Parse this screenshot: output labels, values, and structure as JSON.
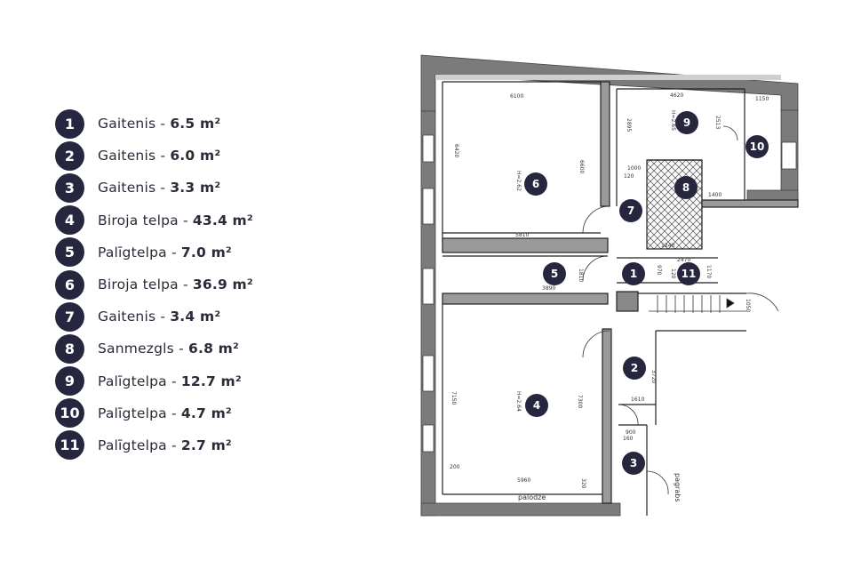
{
  "legend": [
    {
      "num": "1",
      "name": "Gaitenis",
      "area": "6.5 m²"
    },
    {
      "num": "2",
      "name": "Gaitenis",
      "area": "6.0 m²"
    },
    {
      "num": "3",
      "name": "Gaitenis",
      "area": "3.3 m²"
    },
    {
      "num": "4",
      "name": "Biroja telpa",
      "area": "43.4 m²"
    },
    {
      "num": "5",
      "name": "Palīgtelpa",
      "area": "7.0 m²"
    },
    {
      "num": "6",
      "name": "Biroja telpa",
      "area": "36.9 m²"
    },
    {
      "num": "7",
      "name": "Gaitenis",
      "area": "3.4 m²"
    },
    {
      "num": "8",
      "name": "Sanmezgls",
      "area": "6.8 m²"
    },
    {
      "num": "9",
      "name": "Palīgtelpa",
      "area": "12.7 m²"
    },
    {
      "num": "10",
      "name": "Palīgtelpa",
      "area": "4.7 m²"
    },
    {
      "num": "11",
      "name": "Palīgtelpa",
      "area": "2.7 m²"
    }
  ],
  "plan": {
    "dims": {
      "d6100": "6100",
      "d4620": "4620",
      "d1150": "1150",
      "d6420": "6420",
      "d6600": "6600",
      "d2895": "2895",
      "d2513": "2513",
      "d1000": "1000",
      "d120a": "120",
      "d1400": "1400",
      "d5810": "5810",
      "d1240": "1240",
      "d2470": "2470",
      "d970": "970",
      "d120b": "120",
      "d1170": "1170",
      "d3890": "3890",
      "d1810": "1810",
      "d1050": "1050",
      "d3720": "3720",
      "d7150": "7150",
      "d7300": "7300",
      "d1610": "1610",
      "d900": "900",
      "d160": "160",
      "d200": "200",
      "d5960": "5960",
      "d320": "320"
    },
    "heights": {
      "h9": "H=2.65",
      "h6": "H=2.62",
      "h4": "H=2.64"
    },
    "labels": {
      "palodze": "palodze",
      "pagrabs": "pagrabs"
    },
    "markers": {
      "m1": "1",
      "m2": "2",
      "m3": "3",
      "m4": "4",
      "m5": "5",
      "m6": "6",
      "m7": "7",
      "m8": "8",
      "m9": "9",
      "m10": "10",
      "m11": "11"
    }
  }
}
